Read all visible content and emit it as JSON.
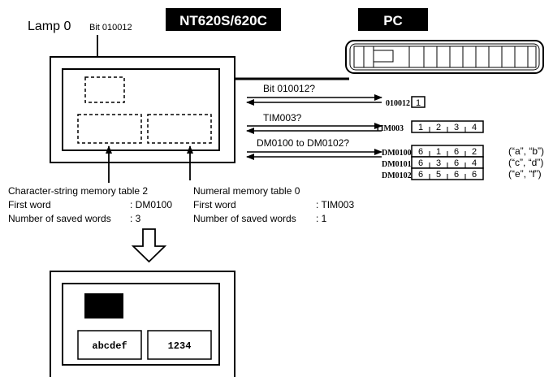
{
  "header": {
    "lamp_label": "Lamp 0",
    "bit_label": "Bit 010012",
    "terminal_title": "NT620S/620C",
    "pc_title": "PC"
  },
  "messages": {
    "bit_query": "Bit 010012?",
    "tim_query": "TIM003?",
    "dm_query": "DM0100 to DM0102?"
  },
  "pc_memory": {
    "bit": {
      "address": "010012",
      "value": "1"
    },
    "timer": {
      "address": "TIM003",
      "digits": [
        "1",
        "2",
        "3",
        "4"
      ]
    },
    "dm_rows": [
      {
        "address": "DM0100",
        "digits": [
          "6",
          "1",
          "6",
          "2"
        ],
        "chars": "(“a”, “b”)"
      },
      {
        "address": "DM0101",
        "digits": [
          "6",
          "3",
          "6",
          "4"
        ],
        "chars": "(“c”, “d”)"
      },
      {
        "address": "DM0102",
        "digits": [
          "6",
          "5",
          "6",
          "6"
        ],
        "chars": "(“e”, “f”)"
      }
    ]
  },
  "tables": {
    "string_table": {
      "title": "Character-string memory table 2",
      "first_word_label": "First word",
      "first_word_value": ": DM0100",
      "saved_label": "Number of saved words",
      "saved_value": ": 3"
    },
    "numeral_table": {
      "title": "Numeral memory table 0",
      "first_word_label": "First word",
      "first_word_value": ": TIM003",
      "saved_label": "Number of saved words",
      "saved_value": ": 1"
    }
  },
  "result_screen": {
    "string_display": "abcdef",
    "numeral_display": "1234"
  }
}
